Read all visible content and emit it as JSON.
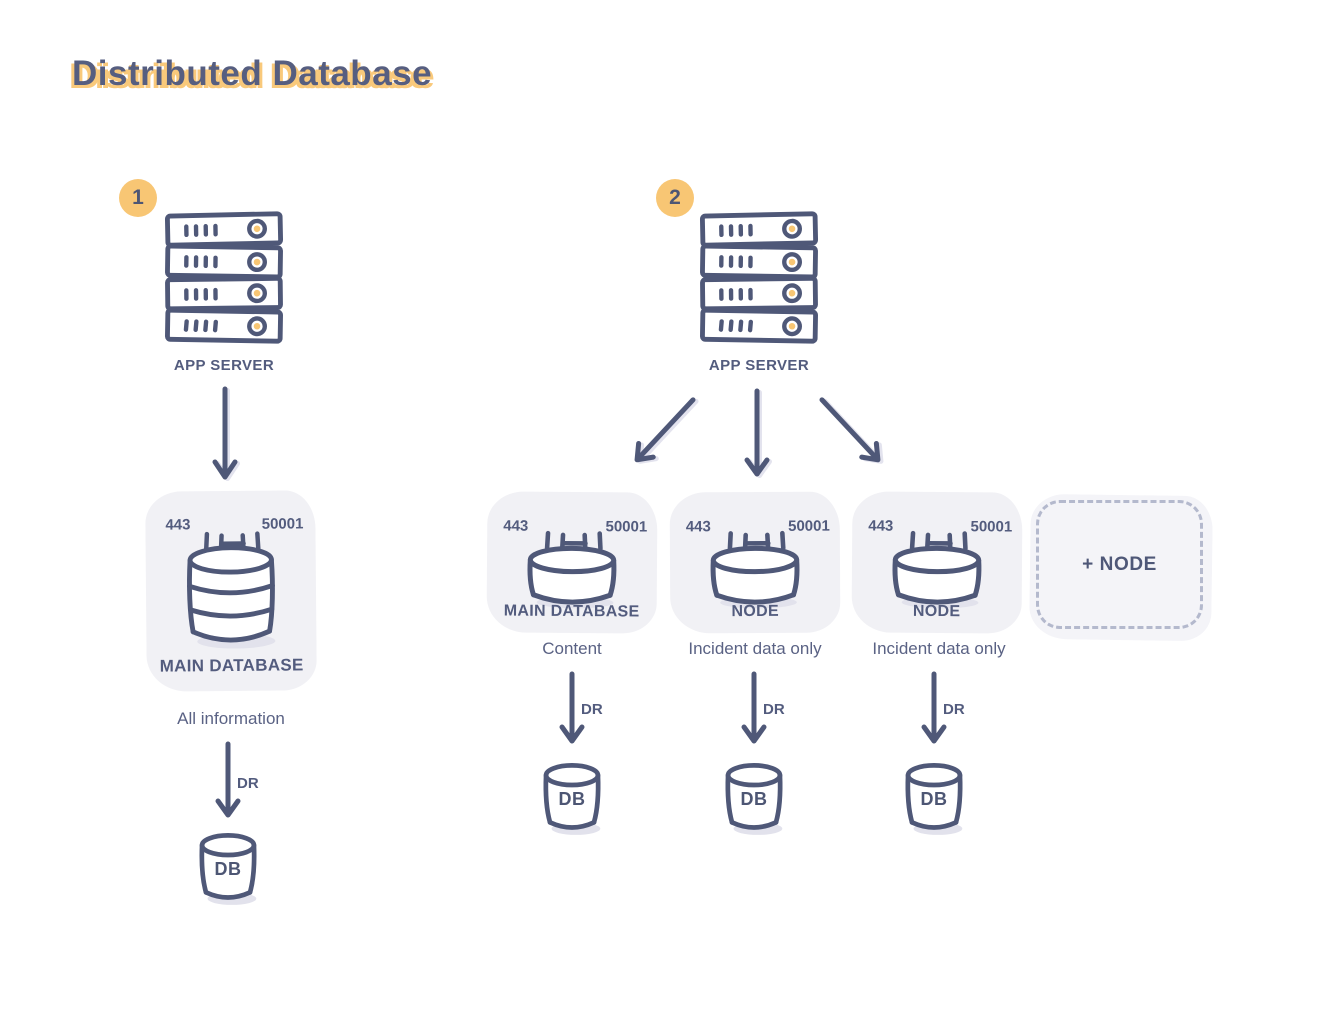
{
  "title": "Distributed Database",
  "colors": {
    "ink": "#4f5878",
    "accent_yellow": "#f8c674",
    "panel_gray": "#f1f1f5",
    "shadow_gray": "#e3e3ee",
    "dashed_border": "#b4b9cd"
  },
  "sections": [
    {
      "badge": "1",
      "server_label": "APP SERVER",
      "main_node": {
        "port_left": "443",
        "port_right": "50001",
        "title": "MAIN DATABASE",
        "caption": "All information"
      },
      "dr_label": "DR",
      "db_label": "DB"
    },
    {
      "badge": "2",
      "server_label": "APP SERVER",
      "nodes": [
        {
          "port_left": "443",
          "port_right": "50001",
          "title": "MAIN DATABASE",
          "caption": "Content",
          "dr_label": "DR",
          "db_label": "DB"
        },
        {
          "port_left": "443",
          "port_right": "50001",
          "title": "NODE",
          "caption": "Incident data only",
          "dr_label": "DR",
          "db_label": "DB"
        },
        {
          "port_left": "443",
          "port_right": "50001",
          "title": "NODE",
          "caption": "Incident data only",
          "dr_label": "DR",
          "db_label": "DB"
        },
        {
          "placeholder_label": "+ NODE"
        }
      ]
    }
  ]
}
